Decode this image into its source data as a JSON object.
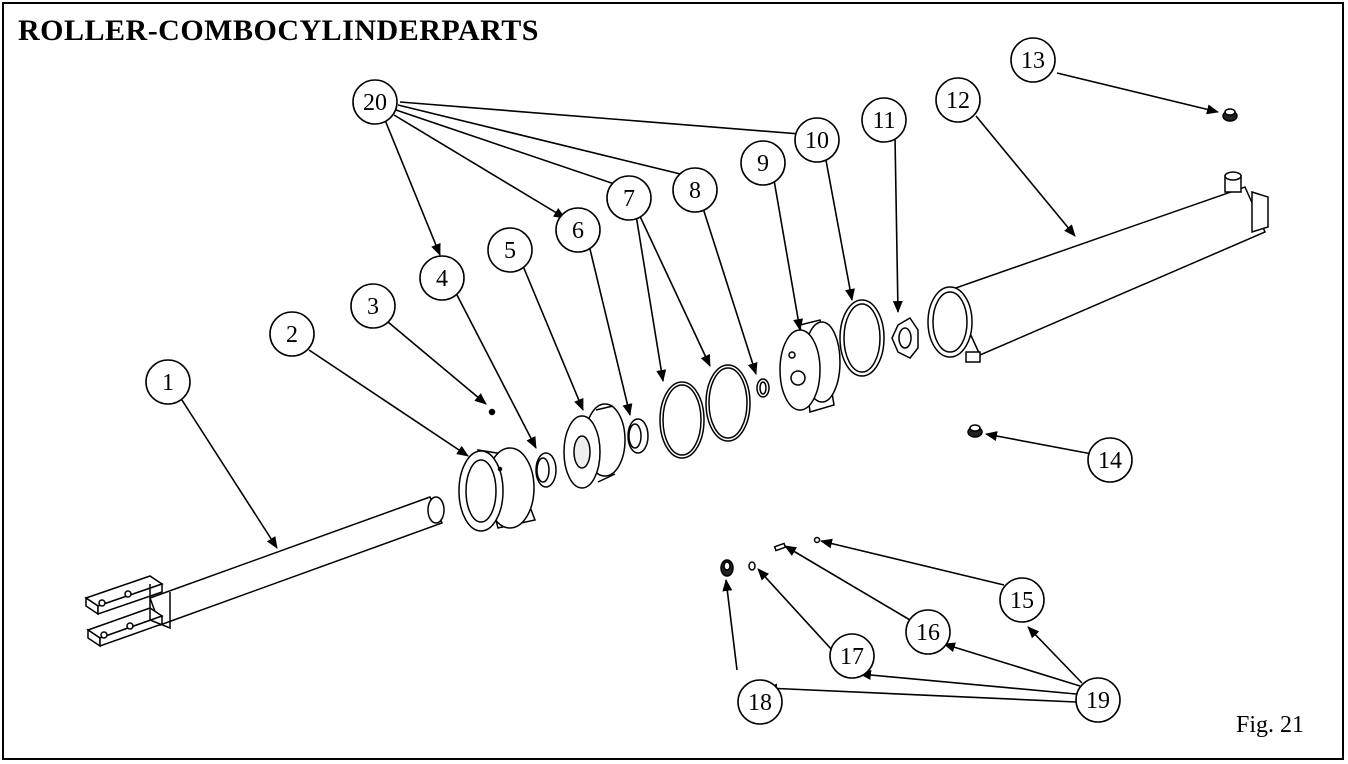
{
  "title": "ROLLER-COMBOCYLINDERPARTS",
  "figure_label": "Fig. 21",
  "callouts": [
    {
      "id": "c1",
      "label": "1"
    },
    {
      "id": "c2",
      "label": "2"
    },
    {
      "id": "c3",
      "label": "3"
    },
    {
      "id": "c4",
      "label": "4"
    },
    {
      "id": "c5",
      "label": "5"
    },
    {
      "id": "c6",
      "label": "6"
    },
    {
      "id": "c7",
      "label": "7"
    },
    {
      "id": "c8",
      "label": "8"
    },
    {
      "id": "c9",
      "label": "9"
    },
    {
      "id": "c10",
      "label": "10"
    },
    {
      "id": "c11",
      "label": "11"
    },
    {
      "id": "c12",
      "label": "12"
    },
    {
      "id": "c13",
      "label": "13"
    },
    {
      "id": "c14",
      "label": "14"
    },
    {
      "id": "c15",
      "label": "15"
    },
    {
      "id": "c16",
      "label": "16"
    },
    {
      "id": "c17",
      "label": "17"
    },
    {
      "id": "c18",
      "label": "18"
    },
    {
      "id": "c19",
      "label": "19"
    },
    {
      "id": "c20",
      "label": "20"
    }
  ]
}
